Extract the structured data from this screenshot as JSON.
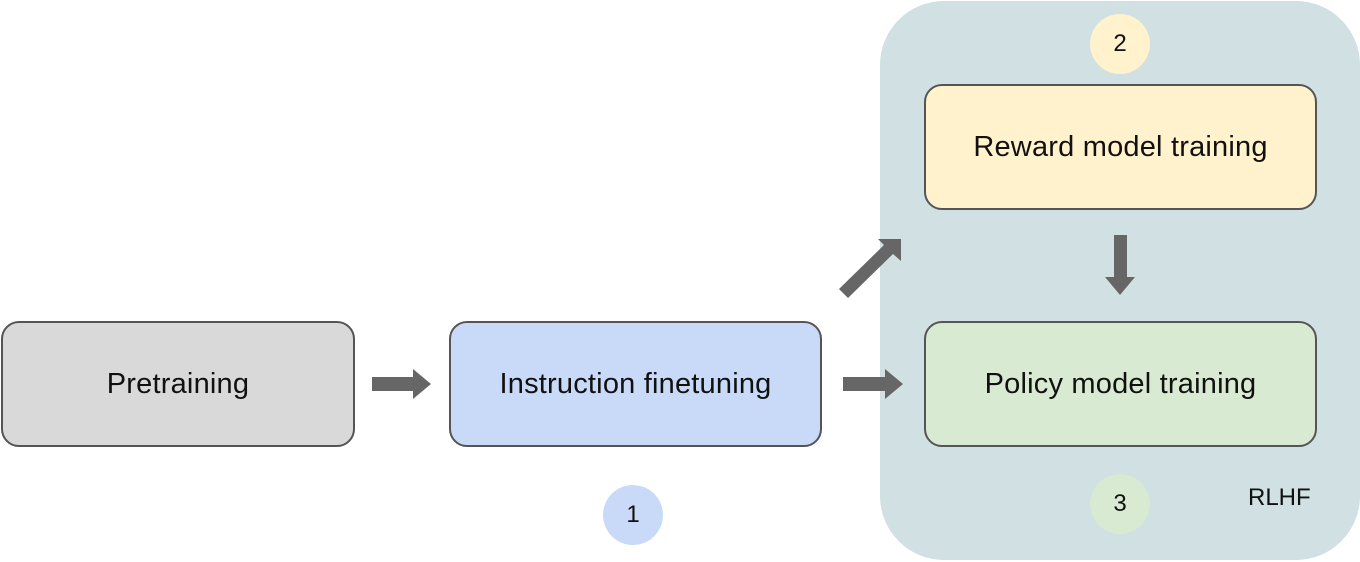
{
  "diagram": {
    "stages": {
      "pretraining": "Pretraining",
      "instruction": "Instruction finetuning",
      "reward": "Reward model training",
      "policy": "Policy model training"
    },
    "badges": {
      "one": "1",
      "two": "2",
      "three": "3"
    },
    "group_label": "RLHF",
    "colors": {
      "pretraining": "#d9d9d9",
      "instruction": "#c9daf8",
      "reward": "#fff2cc",
      "policy": "#d9ead3",
      "rlhf_panel": "#d0e0e3",
      "arrow": "#666666"
    },
    "edges": [
      [
        "Pretraining",
        "Instruction finetuning"
      ],
      [
        "Instruction finetuning",
        "Reward model training"
      ],
      [
        "Instruction finetuning",
        "Policy model training"
      ],
      [
        "Reward model training",
        "Policy model training"
      ]
    ]
  }
}
